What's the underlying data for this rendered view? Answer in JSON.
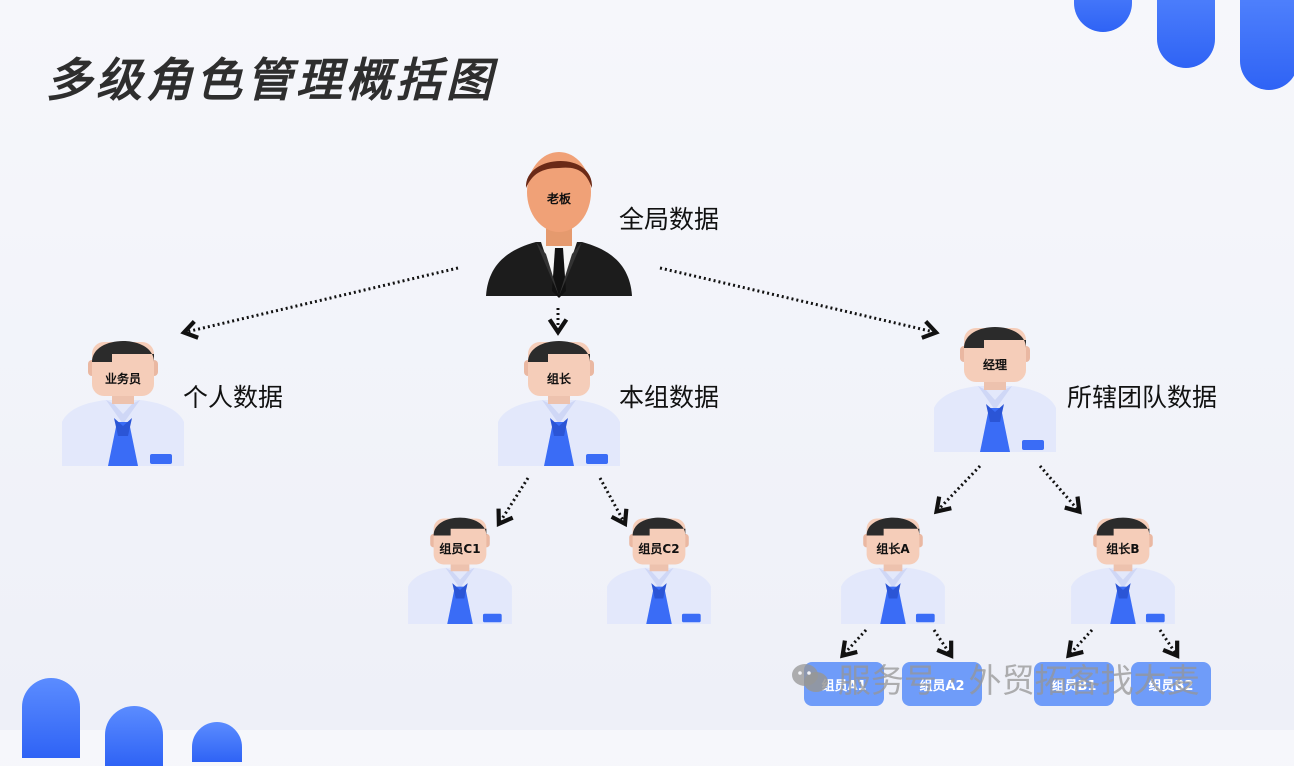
{
  "title": "多级角色管理概括图",
  "colors": {
    "accent": "#3a6cf6",
    "leaf": "#6f9cf9"
  },
  "roles": {
    "boss": {
      "face": "老板",
      "scope": "全局数据"
    },
    "salesman": {
      "face": "业务员",
      "scope": "个人数据"
    },
    "team_lead": {
      "face": "组长",
      "scope": "本组数据"
    },
    "manager": {
      "face": "经理",
      "scope": "所辖团队数据"
    },
    "member_c1": {
      "face": "组员C1"
    },
    "member_c2": {
      "face": "组员C2"
    },
    "lead_a": {
      "face": "组长A"
    },
    "lead_b": {
      "face": "组长B"
    },
    "member_a1": {
      "face": "组员A1"
    },
    "member_a2": {
      "face": "组员A2"
    },
    "member_b1": {
      "face": "组员B1"
    },
    "member_b2": {
      "face": "组员B2"
    }
  },
  "watermark": {
    "text": "服务号 · 外贸拓客找大麦",
    "icon": "wechat-icon"
  }
}
